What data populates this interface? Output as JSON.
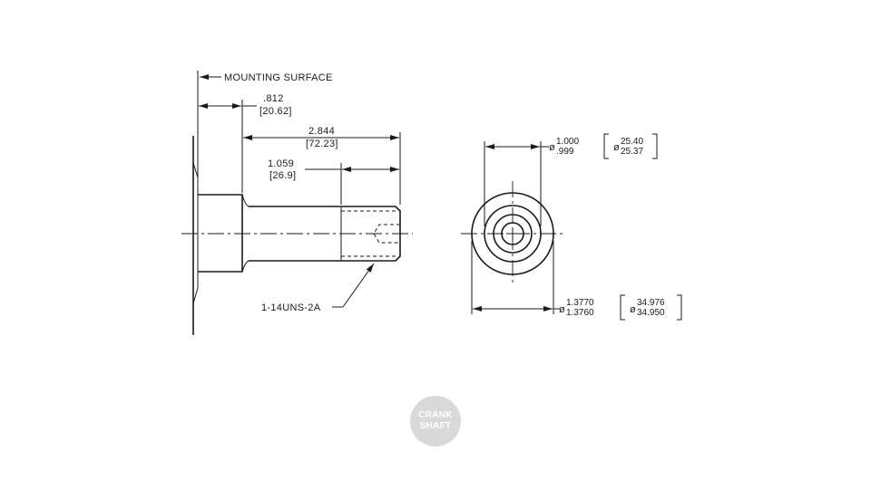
{
  "labels": {
    "mounting_surface": "MOUNTING SURFACE",
    "thread_spec": "1-14UNS-2A"
  },
  "dimensions": {
    "flange_to_shoulder": {
      "in": ".812",
      "mm": "[20.62]"
    },
    "overall_length": {
      "in": "2.844",
      "mm": "[72.23]"
    },
    "thread_length": {
      "in": "1.059",
      "mm": "[26.9]"
    },
    "shaft_diameter": {
      "symbol": "ø",
      "in_max": "1.000",
      "in_min": ".999",
      "mm_max": "25.40",
      "mm_min": "25.37"
    },
    "pilot_diameter": {
      "symbol": "ø",
      "in_max": "1.3770",
      "in_min": "1.3760",
      "mm_max": "34.976",
      "mm_min": "34.950"
    }
  },
  "logo": {
    "line1": "CRANK",
    "line2": "SHAFT"
  },
  "colors": {
    "line": "#1a1a1a",
    "logo_bg": "#d9d9d9",
    "background": "#ffffff"
  }
}
